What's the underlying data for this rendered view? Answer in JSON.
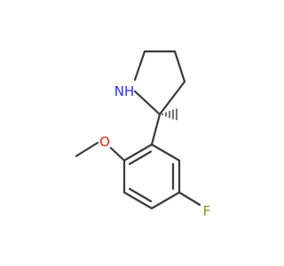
{
  "molecule": {
    "atoms": {
      "nh": {
        "label": "NH",
        "color": "#2d2dff"
      },
      "o": {
        "label": "O",
        "color": "#e8221a"
      },
      "f": {
        "label": "F",
        "color": "#7a9a1e"
      }
    },
    "colors": {
      "bond": "#3a3a3a",
      "background": "#ffffff"
    }
  }
}
